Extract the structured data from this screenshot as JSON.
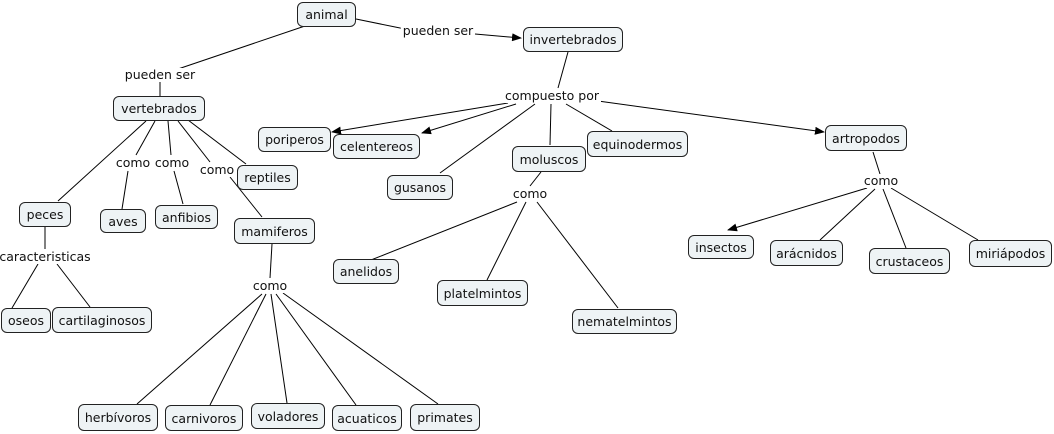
{
  "concepts": {
    "animal": "animal",
    "invertebrados": "invertebrados",
    "vertebrados": "vertebrados",
    "poriperos": "poriperos",
    "celentereos": "celentereos",
    "gusanos": "gusanos",
    "moluscos": "moluscos",
    "equinodermos": "equinodermos",
    "artropodos": "artropodos",
    "peces": "peces",
    "aves": "aves",
    "anfibios": "anfibios",
    "reptiles": "reptiles",
    "mamiferos": "mamiferos",
    "oseos": "oseos",
    "cartilaginosos": "cartilaginosos",
    "herbivoros": "herbívoros",
    "carnivoros": "carnivoros",
    "voladores": "voladores",
    "acuaticos": "acuaticos",
    "primates": "primates",
    "anelidos": "anelidos",
    "platelmintos": "platelmintos",
    "nematelmintos": "nematelmintos",
    "insectos": "insectos",
    "aracnidos": "arácnidos",
    "crustaceos": "crustaceos",
    "miriapodos": "miriápodos"
  },
  "linking_phrases": {
    "pueden_ser_1": "pueden ser",
    "pueden_ser_2": "pueden ser",
    "compuesto_por": "compuesto por",
    "como_aves": "como",
    "como_anfibios": "como",
    "como_mamiferos": "como",
    "caracteristicas": "caracteristicas",
    "como_mamiferos_tipos": "como",
    "como_moluscos": "como",
    "como_artropodos": "como"
  }
}
